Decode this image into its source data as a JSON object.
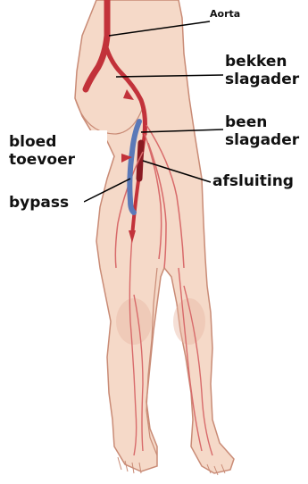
{
  "labels": {
    "aorta": "Aorta",
    "bekken_1": "bekken",
    "bekken_2": "slagader",
    "been_1": "been",
    "been_2": "slagader",
    "afsluiting": "afsluiting",
    "bloed_1": "bloed",
    "bloed_2": "toevoer",
    "bypass": "bypass"
  },
  "colors": {
    "skin": "#f5d9c8",
    "skin_shade": "#e8b9a3",
    "outline": "#c98b76",
    "artery": "#c2323a",
    "artery_light": "#d86a6a",
    "bypass": "#5b79b8",
    "leader": "#000000"
  }
}
